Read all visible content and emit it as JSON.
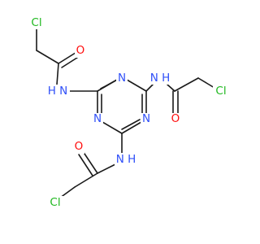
{
  "atoms": [
    {
      "id": "n1",
      "symbol": "N",
      "color": "#3050F8"
    },
    {
      "id": "n2",
      "symbol": "N",
      "color": "#3050F8"
    },
    {
      "id": "n3",
      "symbol": "N",
      "color": "#3050F8"
    },
    {
      "id": "nh1",
      "symbol": "H N",
      "display": "H N",
      "color": "#3050F8"
    },
    {
      "id": "nh2",
      "symbol": "N H",
      "color": "#3050F8"
    },
    {
      "id": "nh3",
      "symbol": "N H",
      "color": "#3050F8"
    },
    {
      "id": "o1",
      "symbol": "O",
      "color": "#FF0D0D"
    },
    {
      "id": "o2",
      "symbol": "O",
      "color": "#FF0D0D"
    },
    {
      "id": "o3",
      "symbol": "O",
      "color": "#FF0D0D"
    },
    {
      "id": "cl1",
      "symbol": "Cl",
      "color": "#1FB81F"
    },
    {
      "id": "cl2",
      "symbol": "Cl",
      "color": "#1FB81F"
    },
    {
      "id": "cl3",
      "symbol": "Cl",
      "color": "#1FB81F"
    }
  ],
  "bond_color": "#1a1a1a"
}
